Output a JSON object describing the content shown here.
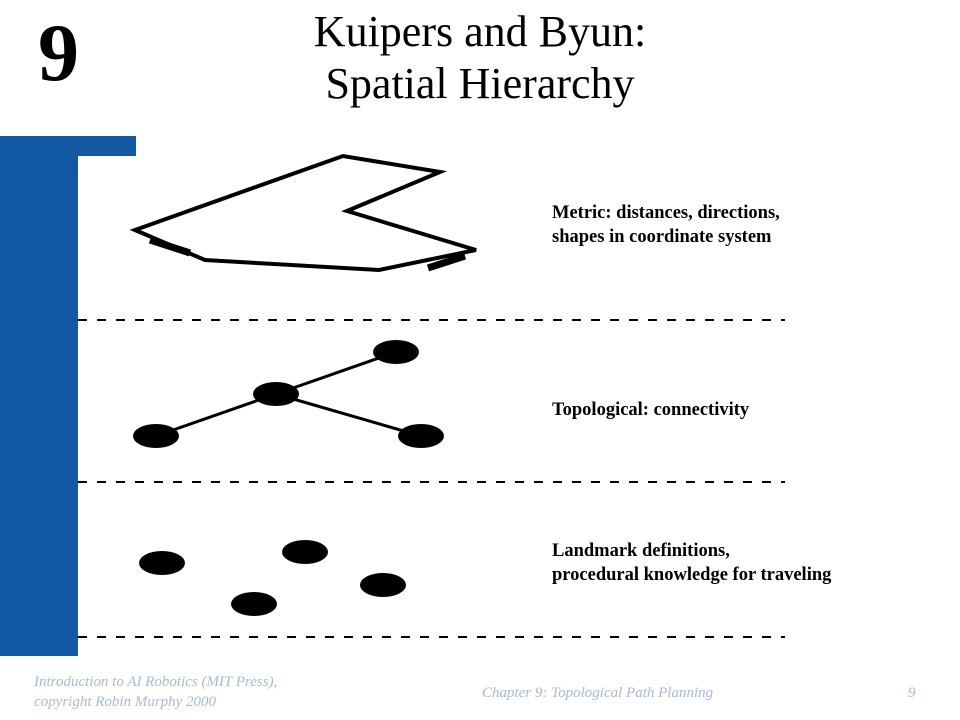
{
  "slide": {
    "chapter_number": "9",
    "title_line1": "Kuipers and Byun:",
    "title_line2": "Spatial Hierarchy"
  },
  "diagram": {
    "levels": [
      {
        "id": "metric",
        "label_line1": "Metric: distances, directions,",
        "label_line2": "shapes in coordinate system"
      },
      {
        "id": "topological",
        "label_line1": "Topological: connectivity",
        "label_line2": ""
      },
      {
        "id": "landmark",
        "label_line1": "Landmark definitions,",
        "label_line2": "procedural knowledge for traveling"
      }
    ]
  },
  "footer": {
    "source_line1": "Introduction to AI Robotics (MIT Press),",
    "source_line2": "copyright Robin Murphy 2000",
    "chapter": "Chapter 9: Topological Path Planning",
    "page": "9"
  },
  "colors": {
    "accent": "#1358a3",
    "footer_text": "#a8b9d6"
  }
}
